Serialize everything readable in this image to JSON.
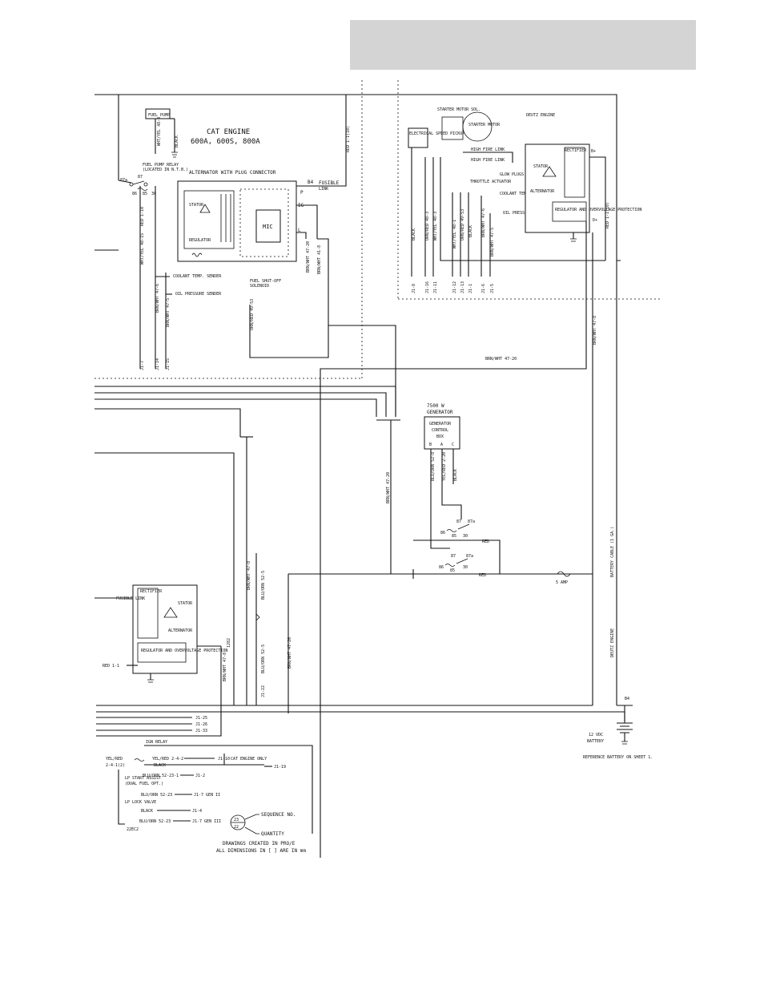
{
  "cat_engine": {
    "title": "CAT ENGINE",
    "models": "600A, 600S, 800A",
    "fuel_pump": "FUEL PUMP",
    "fuel_pump_relay": "FUEL PUMP RELAY",
    "fuel_pump_relay_note": "(LOCATED IN N.T.B.)",
    "alternator": "ALTERNATOR WITH PLUG CONNECTOR",
    "mic": "MIC",
    "fusible_link": "FUSIBLE",
    "fusible_link2": "LINK",
    "b4": "B4",
    "terminal_p": "P",
    "terminal_ig": "IG",
    "terminal_l": "L",
    "coolant_sender": "COOLANT TEMP. SENDER",
    "oil_sender": "OIL PRESSURE SENDER",
    "fuel_shutoff": "FUEL SHUT-OFF",
    "fuel_shutoff2": "SOLENOID",
    "stator": "STATOR",
    "regulator": "REGULATOR"
  },
  "deutz_engine": {
    "title": "DEUTZ ENGINE",
    "starter_motor_sol": "STARTER MOTOR SOL.",
    "starter_motor": "STARTER MOTOR",
    "electrical_speed_pickup": "ELECTRICAL SPEED PICKUP",
    "high_fire_link": "HIGH FIRE LINK",
    "glow_plugs": "GLOW PLUGS",
    "throttle_actuator": "THROTTLE ACTUATOR",
    "coolant_sender": "COOLANT TEMP. SENDER",
    "oil_sender": "OIL PRESSURE SENDER",
    "rectifier": "RECTIFIER",
    "stator": "STATOR",
    "alternator": "ALTERNATOR",
    "regulator": "REGULATOR AND OVERVOLTAGE PROTECTION",
    "b_plus": "B+",
    "d_plus": "D+",
    "vertical_label": "DEUTZ ENGINE"
  },
  "generator": {
    "title": "7500 W",
    "title2": "GENERATOR",
    "box_line1": "GENERATOR",
    "box_line2": "CONTROL",
    "box_line3": "BOX",
    "b": "B",
    "a": "A",
    "c": "C"
  },
  "wires": {
    "red_1_1_10": "RED 1-1(10)",
    "wht_yel_48_4": "WHT/YEL 48-4",
    "black": "BLACK",
    "red_1_10": "RED 1-10",
    "wht_yel_48_15": "WHT/YEL 48-15",
    "brn_wht_47_5": "BRN/WHT 47-5",
    "brn_wht_47_6": "BRN/WHT 47-6",
    "brn_wht_47_8": "BRN/WHT 47-8",
    "brn_wht_47_20": "BRN/WHT 47-20",
    "brn_wht_41_8": "BRN/WHT 41-8",
    "orn_red_49_53": "ORN/RED 49-53",
    "orn_red_48_3": "ORN/RED 48-3",
    "wht_yel_48_3": "WHT/YEL 48-3",
    "wht_yel_48_1": "WHT/YEL 48-1",
    "blu_orn_52_8": "BLU/ORN 52-8",
    "yel_red_2_20": "YEL/RED 2-20",
    "blu_orn_52_5": "BLU/ORN 52-5",
    "red": "RED",
    "red_1_1": "RED 1-1",
    "yel_red_2_4_2": "YEL/RED 2-4-2",
    "yel_red": "YEL/RED",
    "yel_red_2_4_1": "2-4-1(2)",
    "blu_orn_52_23_1": "BLU/ORN 52-23-1",
    "blu_orn_52_23": "BLU/ORN 52-23",
    "battery_cable": "BATTERY CABLE (1 GA.)",
    "fuse": "5 AMP"
  },
  "connectors": {
    "j1_7": "J1-7",
    "j1_14": "J1-14",
    "j1_15": "J1-15",
    "j1_8": "J1-8",
    "j1_16": "J1-16",
    "j1_11": "J1-11",
    "j1_12": "J1-12",
    "j1_13": "J1-13",
    "j1_1": "J1-1",
    "j1_5": "J1-5",
    "j1_6": "J1-6",
    "j1_22": "J1-22",
    "j1_25": "J1-25",
    "j1_26": "J1-26",
    "j1_33": "J1-33",
    "j1_10": "J1-10",
    "j1_19": "J1-19",
    "j1_2": "J1-2",
    "j1_7gen2": "J1-7 GEN II",
    "j1_4": "J1-4",
    "j1_7gen3": "J1-7 GEN III",
    "b4": "B4",
    "ref_1282": "1282",
    "ref_22ec2": "22EC2",
    "j1_rot": "J1-"
  },
  "lower": {
    "ign_relay": "IGN RELAY",
    "cat_engine_only": "CAT ENGINE ONLY",
    "lp_start_assist": "LP START ASSIST",
    "dual_fuel_opt": "(DUAL FUEL OPT.)",
    "lp_lock_valve": "LP LOCK VALVE",
    "rectifier": "RECTIFIER",
    "stator": "STATOR",
    "alternator": "ALTERNATOR",
    "regulator": "REGULATOR AND OVERVOLTAGE PROTECTION",
    "fusible_link": "FUSIBLE LINK",
    "battery": "12 VDC",
    "battery2": "BATTERY",
    "battery_ref": "REFERENCE BATTERY ON SHEET 1.",
    "relay_87a": "87a",
    "relay_87": "87",
    "relay_86": "86",
    "relay_85": "85",
    "relay_30": "30"
  },
  "legend": {
    "sequence": "SEQUENCE NO.",
    "quantity": "QUANTITY",
    "note1": "DRAWINGS CREATED IN PRO/E",
    "note2": "ALL DIMENSIONS IN [ ] ARE IN mm",
    "seq_sample": "23",
    "qty_sample": "22"
  }
}
